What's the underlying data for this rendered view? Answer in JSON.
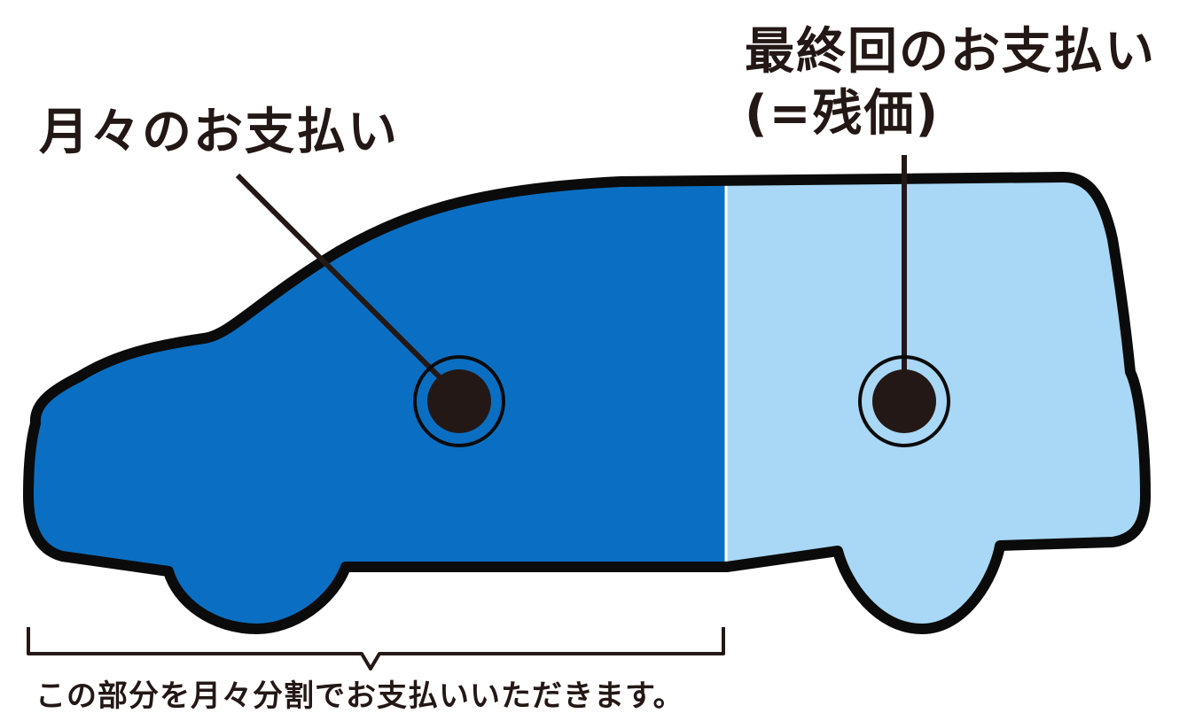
{
  "labels": {
    "monthly_payment": "月々のお支払い",
    "final_payment_line1": "最終回のお支払い",
    "final_payment_line2": "(=残価)",
    "note": "この部分を月々分割でお支払いいただきます。"
  },
  "colors": {
    "monthly_region": "#0a6fc2",
    "final_region": "#a8d8f5",
    "outline": "#0b0b0b",
    "dot": "#231815",
    "background": "#ffffff"
  }
}
